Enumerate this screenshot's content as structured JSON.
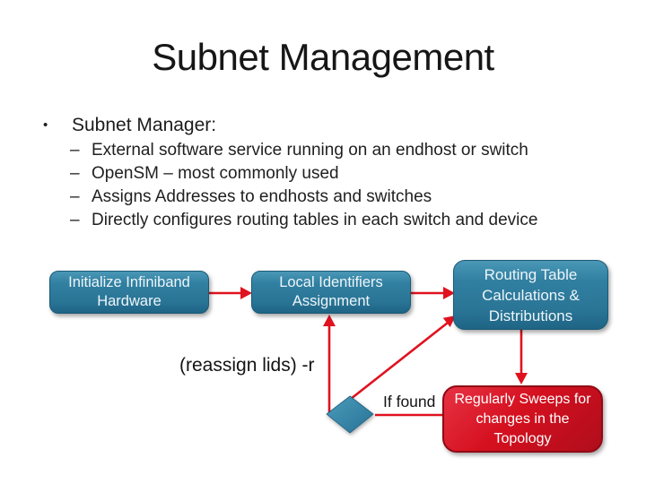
{
  "slide": {
    "title": "Subnet Management",
    "bullets": {
      "marker": "•",
      "heading": "Subnet Manager:",
      "sub_marker": "–",
      "items": [
        "External software service running on an endhost or switch",
        "OpenSM – most commonly used",
        "Assigns Addresses to endhosts and switches",
        "Directly configures routing tables in each switch and device"
      ]
    }
  },
  "diagram": {
    "nodes": {
      "init_hardware": {
        "label": "Initialize Infiniband\nHardware"
      },
      "lid_assignment": {
        "label": "Local Identifiers\nAssignment"
      },
      "routing_table": {
        "label": "Routing Table\nCalculations &\nDistributions"
      },
      "sweep": {
        "label": "Regularly Sweeps for\nchanges in the\nTopology"
      }
    },
    "annotations": {
      "reassign": "(reassign lids) -r",
      "if_found": "If found"
    },
    "colors": {
      "process_fill": "#2e7ea0",
      "sweep_fill": "#d40f22",
      "arrow": "#e0121f",
      "text_on_node": "#ffffff",
      "body_text": "#1f1f1f"
    }
  }
}
